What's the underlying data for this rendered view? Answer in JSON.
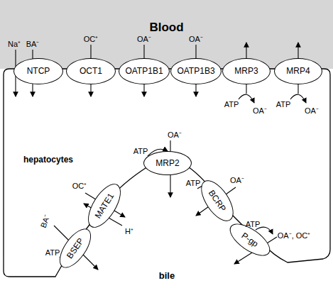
{
  "diagram": {
    "nodes": [
      {
        "text": [
          "Blood"
        ]
      },
      {
        "text": [
          "NTCP"
        ]
      },
      {
        "text": [
          "OCT1"
        ]
      },
      {
        "text": [
          "OATP1B1"
        ]
      },
      {
        "text": [
          "OATP1B3"
        ]
      },
      {
        "text": [
          "MRP3"
        ]
      },
      {
        "text": [
          "MRP4"
        ]
      },
      {
        "text": [
          "hepatocytes"
        ]
      },
      {
        "text": [
          "MRP2"
        ]
      },
      {
        "text": [
          "MATE1"
        ]
      },
      {
        "text": [
          "BCRP"
        ]
      },
      {
        "text": [
          "BSEP"
        ]
      },
      {
        "text": [
          "P-gp"
        ]
      }
    ],
    "labels": [
      "Na⁺",
      "BA⁻",
      "OC⁺",
      "OA⁻",
      "OA⁻",
      "ATP",
      "OA⁻",
      "ATP",
      "OA⁻",
      "OA⁻",
      "ATP",
      "OC⁺",
      "ATP",
      "OA⁻",
      "BA⁻",
      "H⁺",
      "ATP",
      "ATP",
      "OA⁻, OC⁺",
      "bile"
    ]
  }
}
